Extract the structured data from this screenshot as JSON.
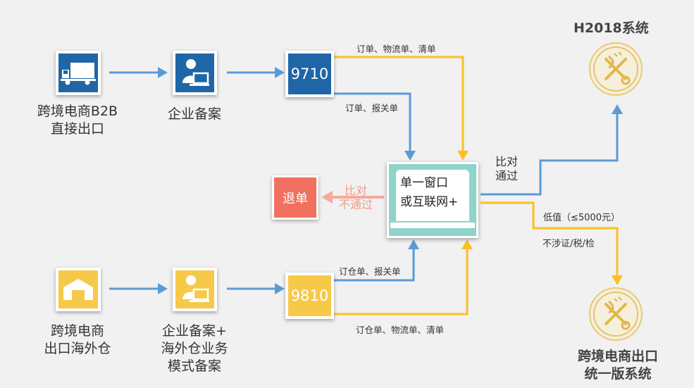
{
  "colors": {
    "blue": "#1f66a7",
    "arrow_blue": "#5b9bd5",
    "yellow": "#f7c948",
    "arrow_yellow": "#fbbf24",
    "red": "#f0715f",
    "teal": "#8fd3cb"
  },
  "top_row": {
    "start_label_1": "跨境电商B2B",
    "start_label_2": "直接出口",
    "start_icon": "truck-icon",
    "filing_label": "企业备案",
    "filing_icon": "person-computer-icon",
    "code": "9710",
    "top_arrow_label": "订单、物流单、清单",
    "down_arrow_label": "订单、报关单"
  },
  "bottom_row": {
    "start_label_1": "跨境电商",
    "start_label_2": "出口海外仓",
    "start_icon": "warehouse-icon",
    "filing_label_1": "企业备案+",
    "filing_label_2": "海外仓业务",
    "filing_label_3": "模式备案",
    "filing_icon": "person-computer-icon",
    "code": "9810",
    "up_arrow_label": "订仓单、报关单",
    "bottom_arrow_label": "订仓单、物流单、清单"
  },
  "center": {
    "window_line_1": "单一窗口",
    "window_line_2": "或互联网+",
    "reject_label": "退单",
    "mismatch_1": "比对",
    "mismatch_2": "不通过",
    "match_1": "比对",
    "match_2": "通过",
    "low_value": "低值（≤5000元）",
    "no_cert": "不涉证/税/检"
  },
  "right": {
    "top_system": "H2018系统",
    "bottom_system_1": "跨境电商出口",
    "bottom_system_2": "统一版系统",
    "emblem_icon": "customs-emblem-icon"
  }
}
